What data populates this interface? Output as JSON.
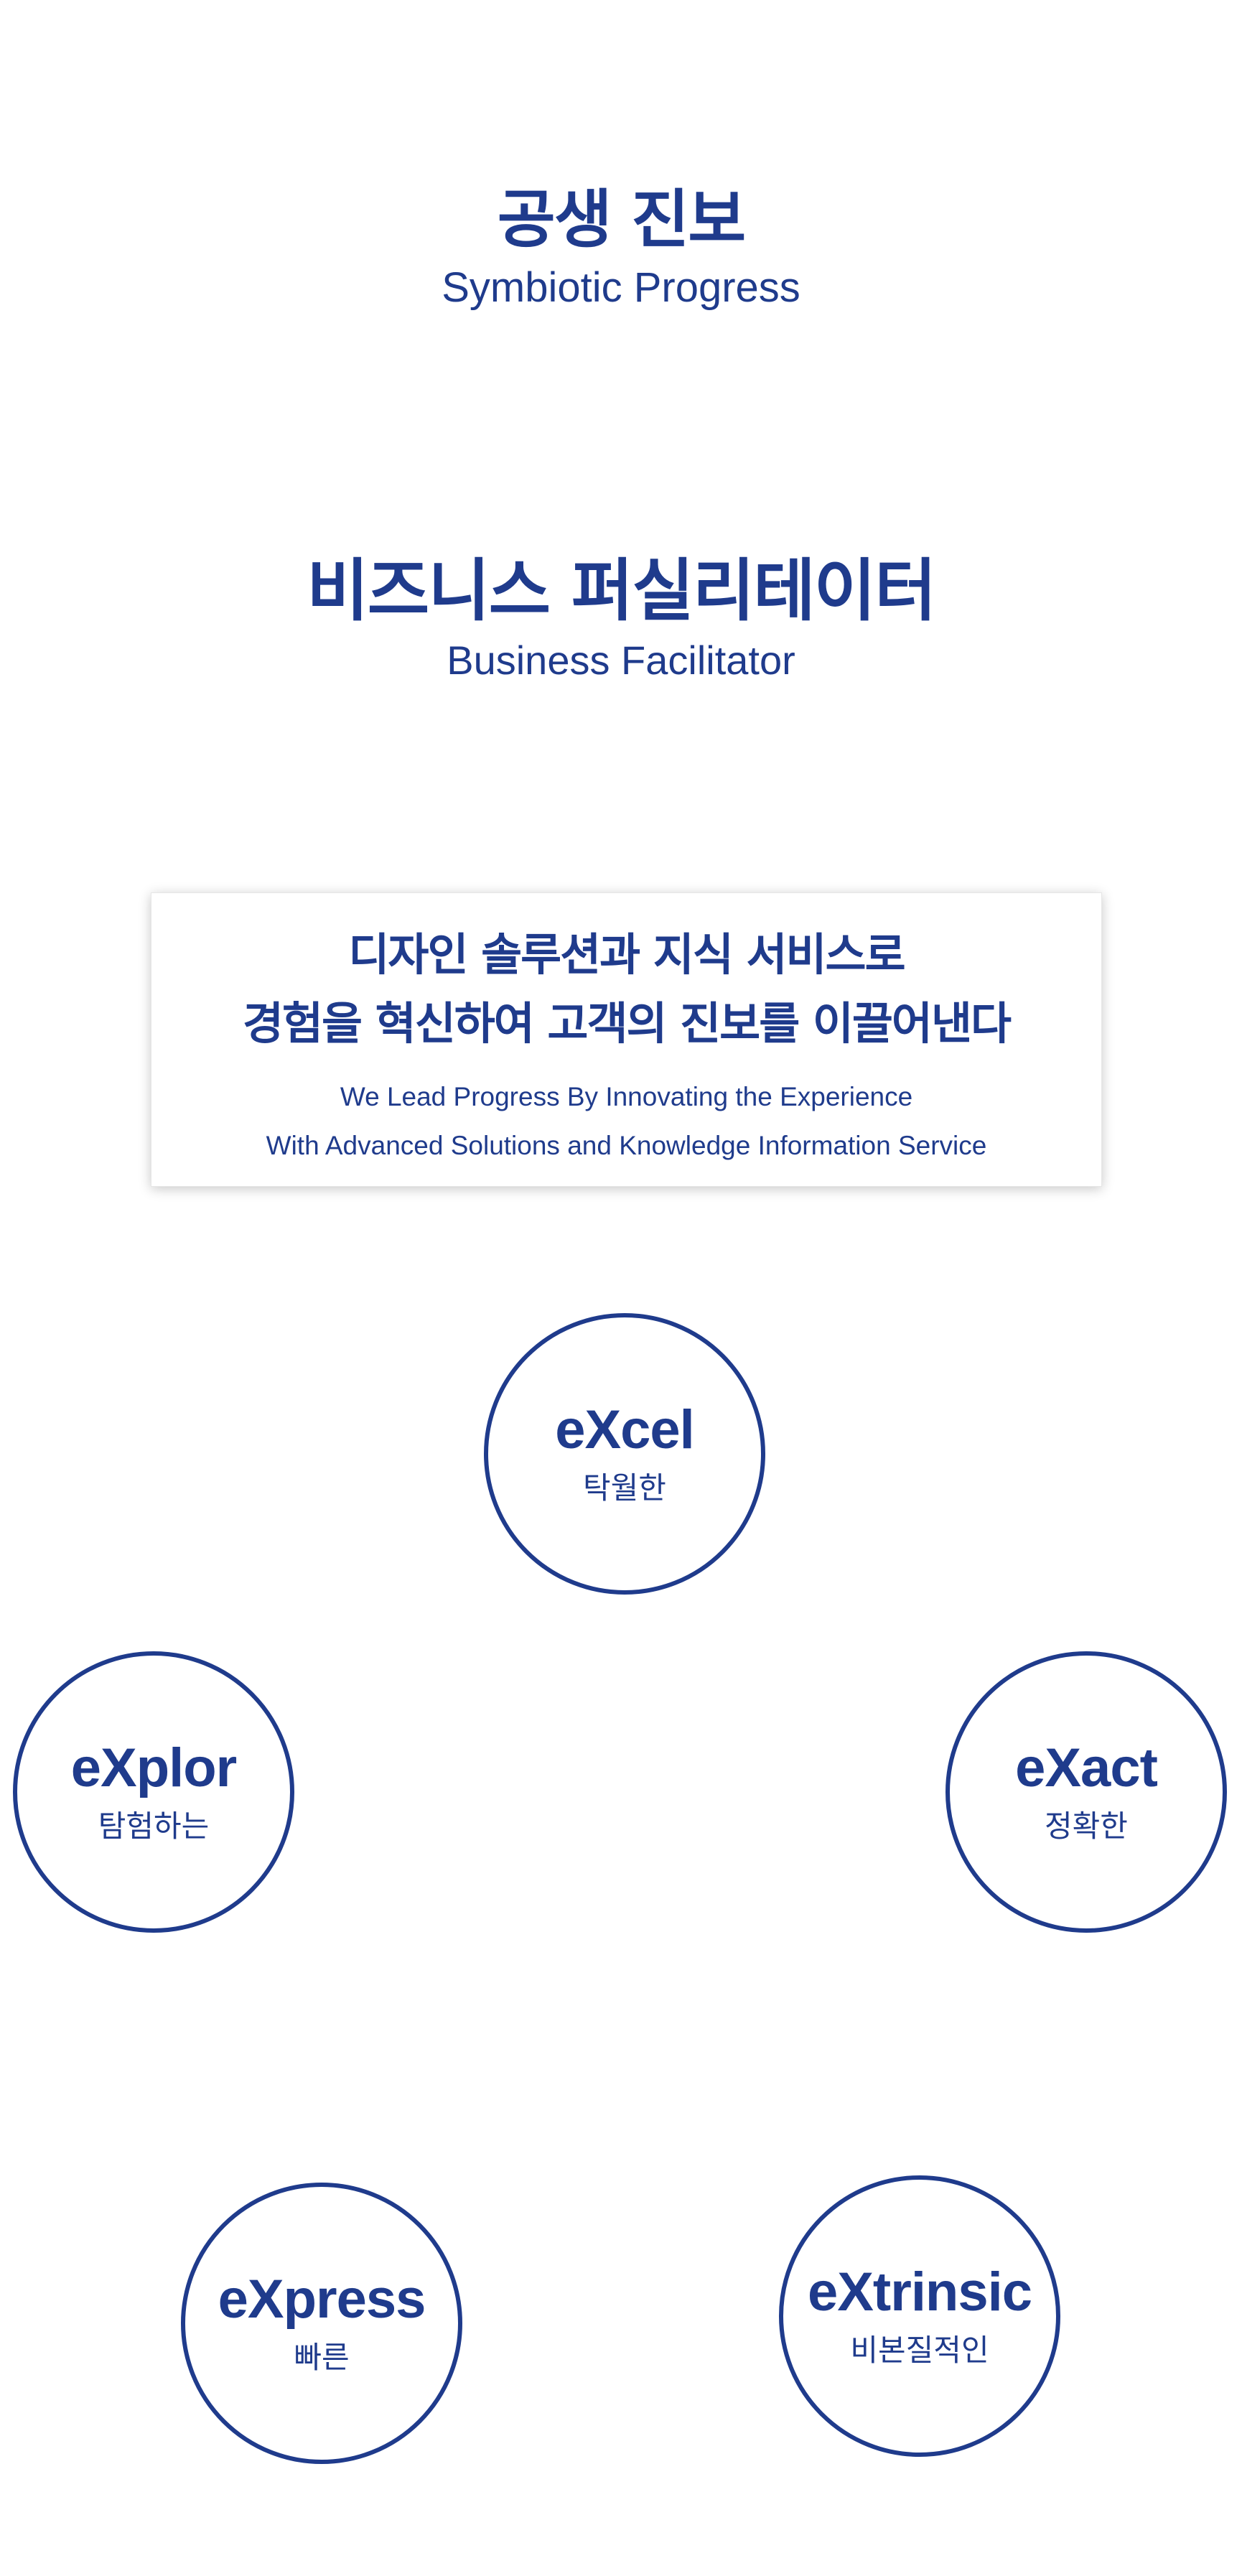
{
  "symbiotic": {
    "title_ko": "공생 진보",
    "title_en": "Symbiotic Progress"
  },
  "facilitator": {
    "title_ko": "비즈니스 퍼실리테이터",
    "title_en": "Business Facilitator"
  },
  "mission": {
    "ko_line1": "디자인 솔루션과 지식 서비스로",
    "ko_line2": "경험을 혁신하여 고객의 진보를 이끌어낸다",
    "en_line1": "We Lead Progress By Innovating the Experience",
    "en_line2": "With Advanced Solutions and Knowledge Information Service"
  },
  "values": [
    {
      "en": "eXcel",
      "ko": "탁월한"
    },
    {
      "en": "eXplor",
      "ko": "탐험하는"
    },
    {
      "en": "eXact",
      "ko": "정확한"
    },
    {
      "en": "eXpress",
      "ko": "빠른"
    },
    {
      "en": "eXtrinsic",
      "ko": "비본질적인"
    }
  ],
  "colors": {
    "brand_blue": "#1f3b8c",
    "background": "#ffffff"
  }
}
